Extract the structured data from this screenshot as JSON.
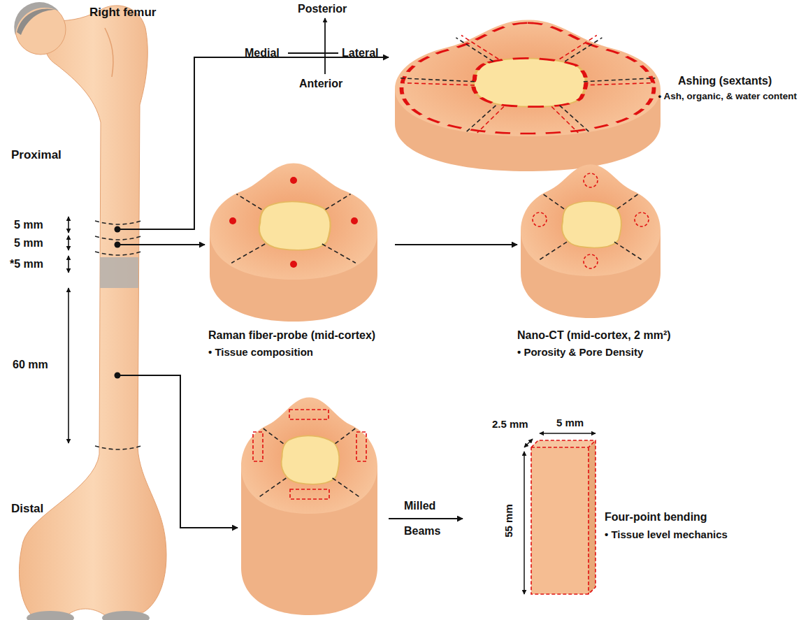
{
  "diagram": {
    "nodes": [
      {
        "text": [
          "Ashing (sextants)",
          "• Ash, organic, & water content"
        ]
      },
      {
        "text": [
          "Raman fiber-probe (mid-cortex)",
          "• Tissue composition"
        ]
      },
      {
        "text": [
          "Nano-CT (mid-cortex, 2 mm²)",
          "• Porosity & Pore Density"
        ]
      },
      {
        "text": [
          "Four-point bending",
          "• Tissue level mechanics"
        ]
      }
    ],
    "edges": [
      {
        "from": 1,
        "to": 2,
        "arrow": "to"
      }
    ],
    "labels": [
      "Right femur",
      "Posterior",
      "Medial",
      "Lateral",
      "Anterior",
      "Proximal",
      "Distal",
      "5 mm",
      "5 mm",
      "*5 mm",
      "60 mm",
      "Milled",
      "Beams",
      "2.5 mm",
      "5 mm",
      "55 mm"
    ]
  }
}
